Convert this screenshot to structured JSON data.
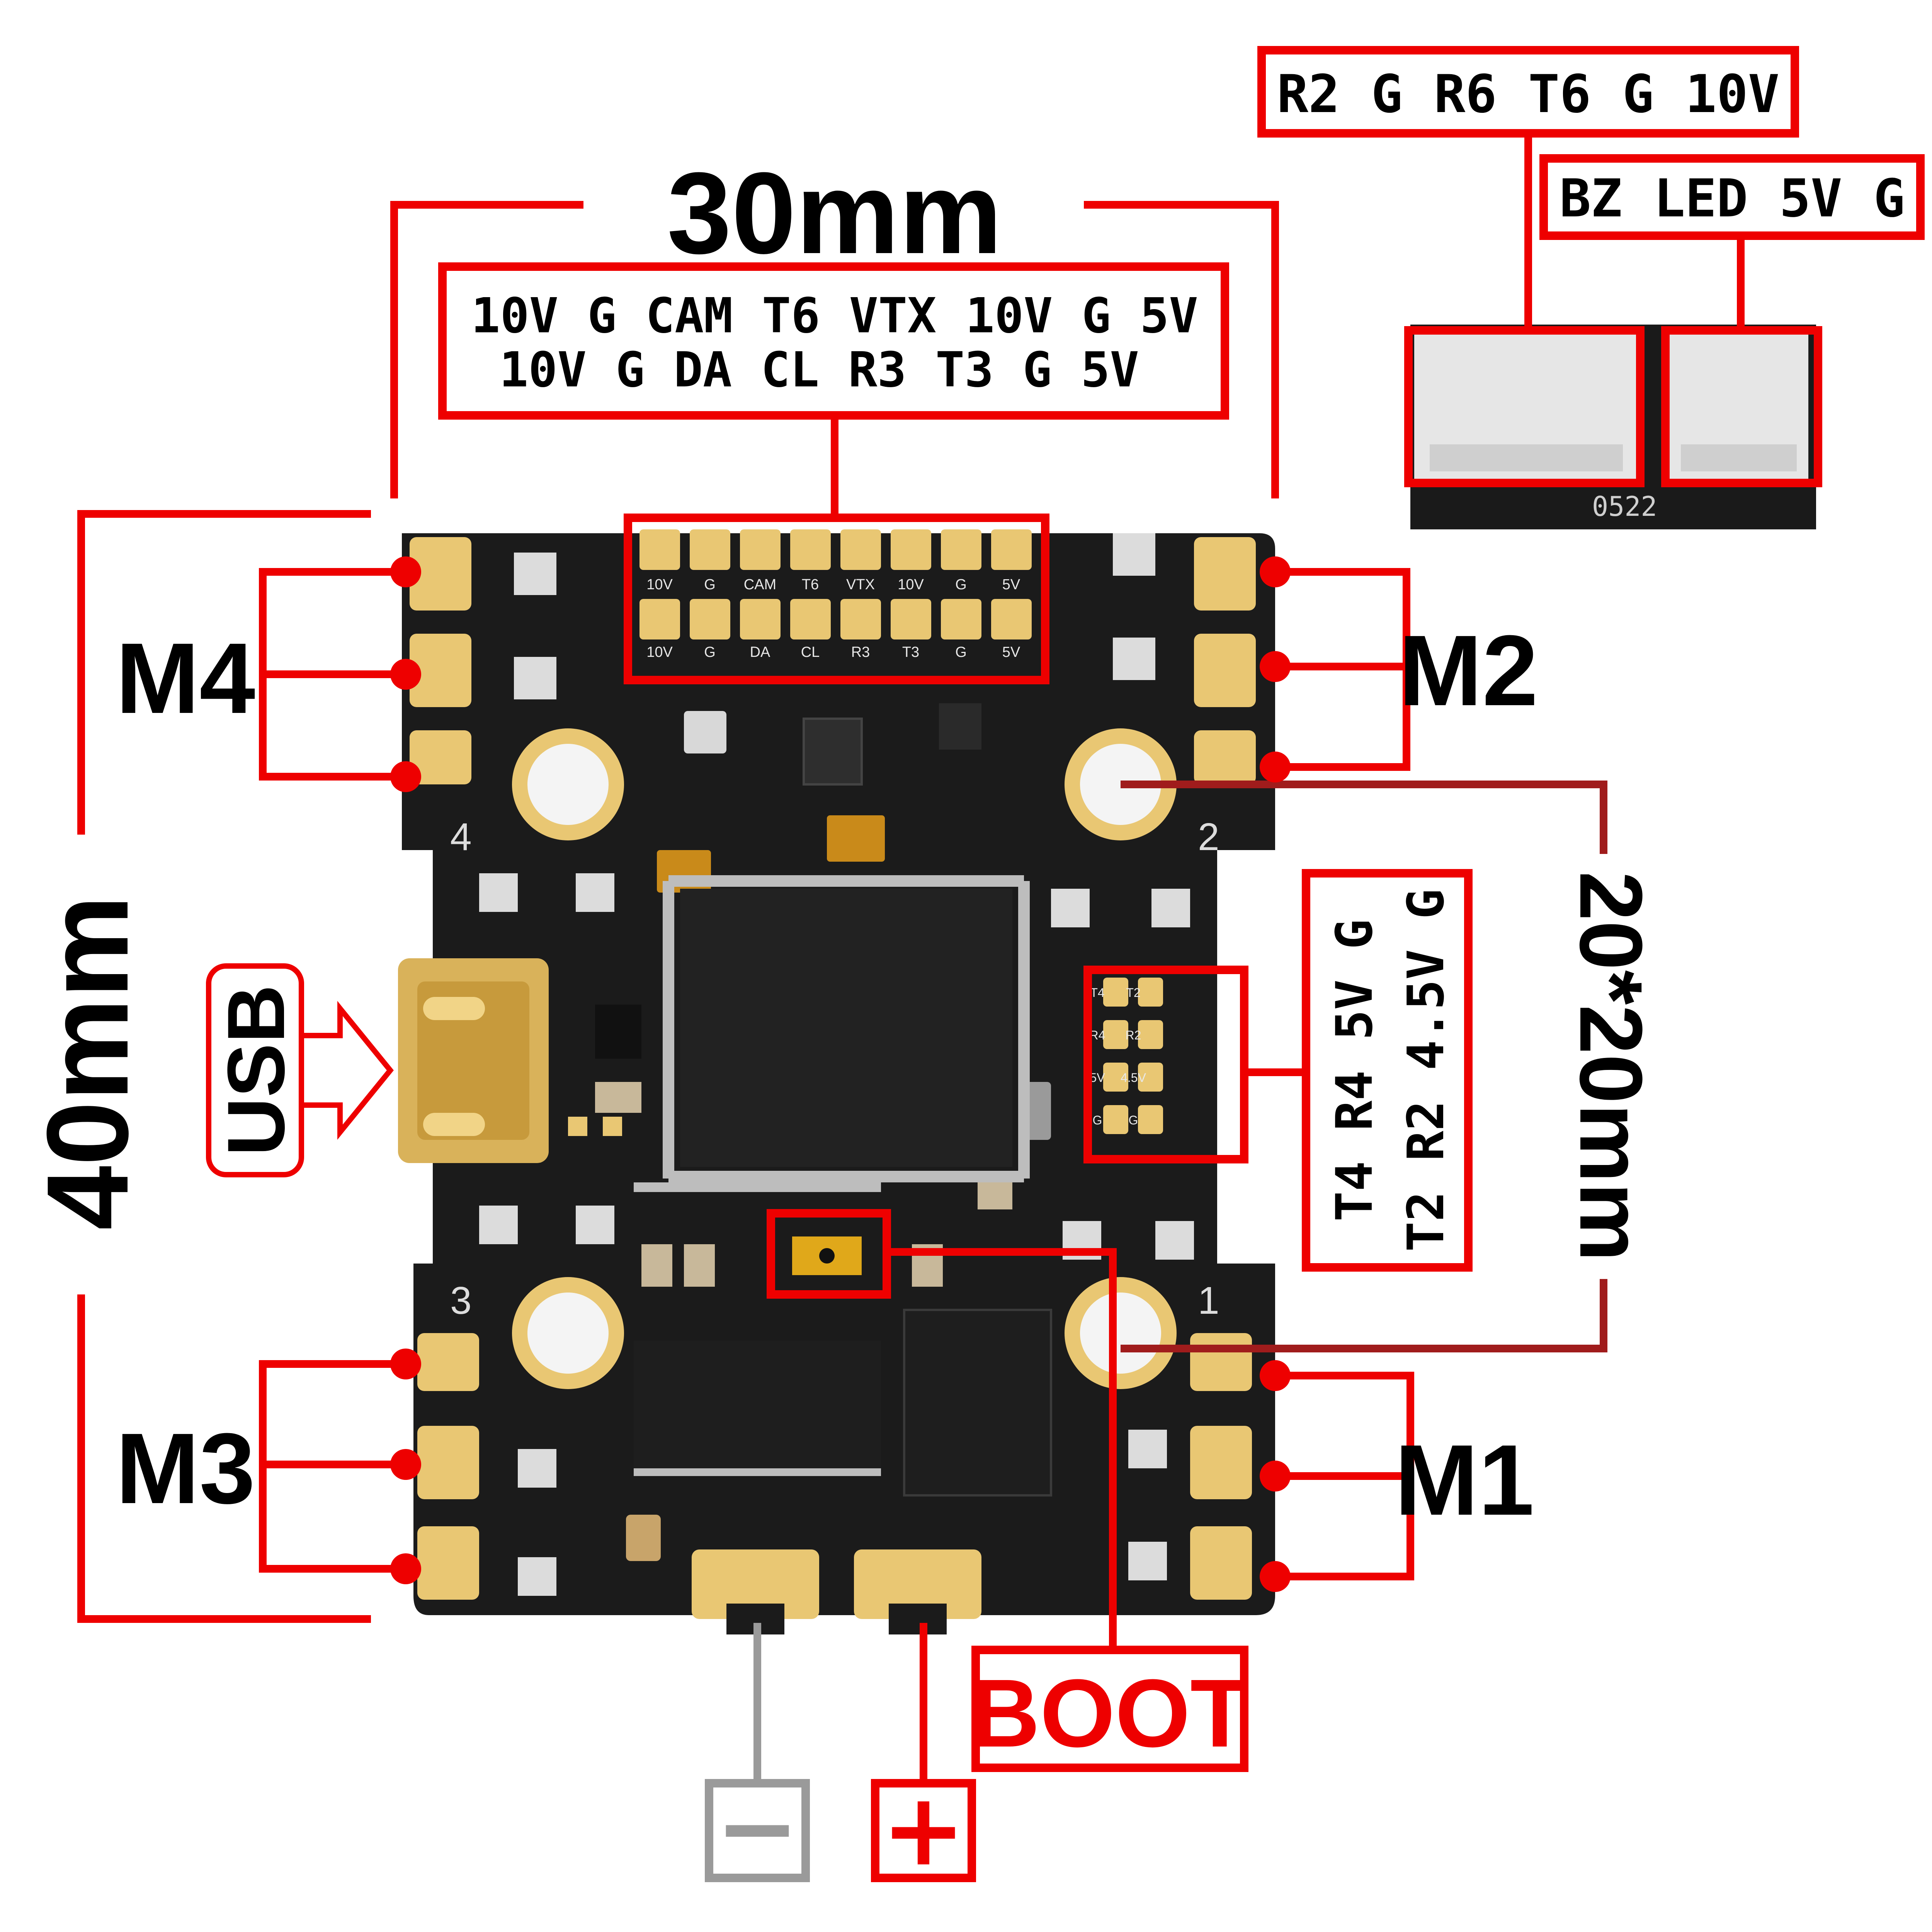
{
  "dimensions": {
    "width_label": "30mm",
    "height_label": "40mm",
    "mount_label": "20*20mm"
  },
  "top_header": {
    "row1": "10V G CAM T6 VTX 10V G 5V",
    "row2": "10V G DA CL R3 T3 G 5V"
  },
  "connector_a": {
    "label": "R2 G R6 T6 G 10V"
  },
  "connector_b": {
    "label": "BZ LED 5V G"
  },
  "side_pads": {
    "col1": "T4 R4 5V G",
    "col2": "T2 R2 4.5V G"
  },
  "silk": {
    "top_row1": [
      "10V",
      "G",
      "CAM",
      "T6",
      "VTX",
      "10V",
      "G",
      "5V"
    ],
    "top_row2": [
      "10V",
      "G",
      "DA",
      "CL",
      "R3",
      "T3",
      "G",
      "5V"
    ],
    "side_col1": [
      "T4",
      "R4",
      "5V",
      "G"
    ],
    "side_col2": [
      "T2",
      "R2",
      "4.5V",
      "G"
    ],
    "mount_numbers": [
      "4",
      "2",
      "3",
      "1"
    ],
    "connector_code": "0522"
  },
  "motors": {
    "m1": "M1",
    "m2": "M2",
    "m3": "M3",
    "m4": "M4"
  },
  "usb_label": "USB",
  "boot_label": "BOOT",
  "battery": {
    "negative": "−",
    "positive": "+"
  },
  "colors": {
    "accent": "#ee0000",
    "board": "#1b1b1b",
    "pad": "#e9c773",
    "dim_line": "#a01c1c",
    "neg_box": "#9a9a9a"
  }
}
